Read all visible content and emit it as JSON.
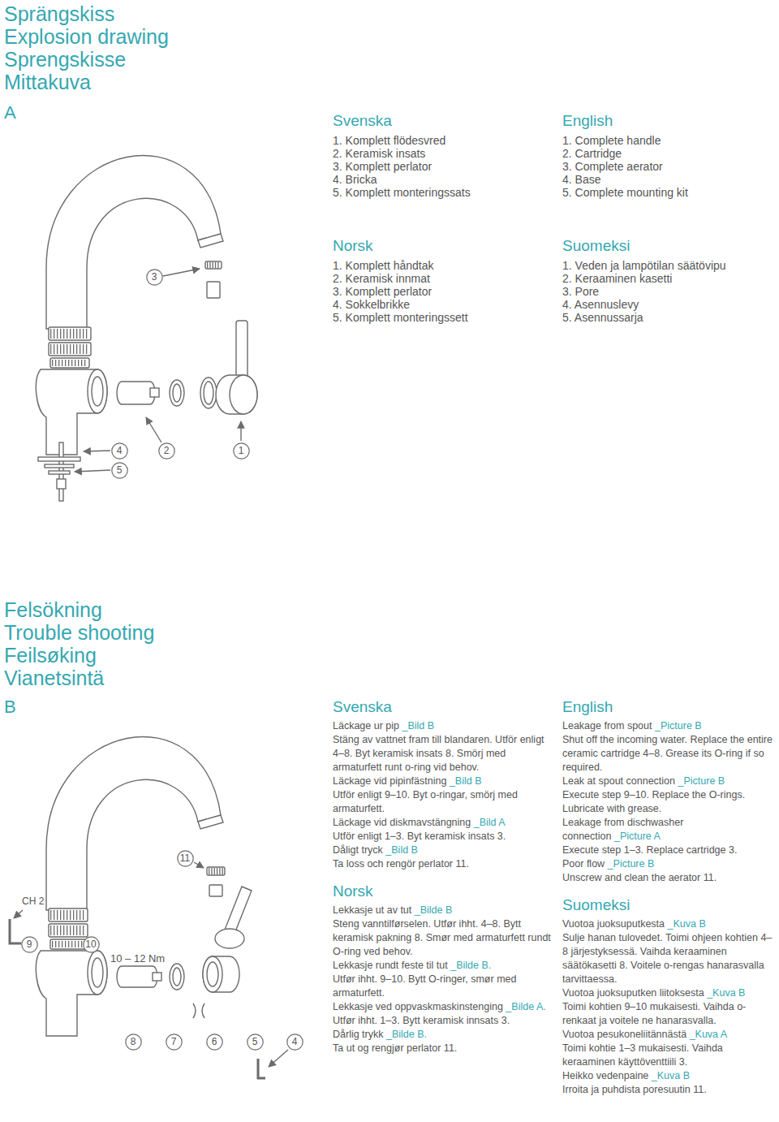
{
  "diagram": {
    "title": "Sprängskiss Explosion drawing Sprengskisse Mittakuva",
    "nodes": [
      {
        "text": [
          "3"
        ]
      },
      {
        "text": [
          "4"
        ]
      },
      {
        "text": [
          "2"
        ]
      },
      {
        "text": [
          "1"
        ]
      },
      {
        "text": [
          "5"
        ]
      },
      {
        "text": [
          "11"
        ]
      },
      {
        "text": [
          "9"
        ]
      },
      {
        "text": [
          "10"
        ]
      },
      {
        "text": [
          "8"
        ]
      },
      {
        "text": [
          "7"
        ]
      },
      {
        "text": [
          "6"
        ]
      },
      {
        "text": [
          "5"
        ]
      },
      {
        "text": [
          "4"
        ]
      }
    ],
    "labels": [
      "A",
      "Svenska",
      "1. Komplett flödesvred",
      "2. Keramisk insats",
      "3. Komplett perlator",
      "4. Bricka",
      "5. Komplett monteringssats",
      "English",
      "1. Complete handle",
      "2. Cartridge",
      "3. Complete aerator",
      "4. Base",
      "5. Complete mounting kit",
      "Norsk",
      "1. Komplett håndtak",
      "2. Keramisk innmat",
      "3. Komplett perlator",
      "4. Sokkelbrikke",
      "5. Komplett monteringssett",
      "Suomeksi",
      "1. Veden ja lampötilan säätövipu",
      "2. Keraaminen kasetti",
      "3. Pore",
      "4. Asennuslevy",
      "5. Asennussarja",
      "Felsökning Trouble shooting Feilsøking Vianetsintä",
      "B",
      "CH 2",
      "10 – 12 Nm",
      "Svenska",
      "Läckage ur pip",
      "_Bild B",
      "Stäng av vattnet fram till blandaren. Utför enligt 4–8. Byt keramisk insats 8. Smörj med armaturfett runt o-ring vid behov.",
      "Läckage vid pipinfästning",
      "_Bild B",
      "Utför enligt 9–10. Byt o-ringar, smörj med armaturfett.",
      "Läckage vid diskmavstängning",
      "_Bild A",
      "Utför enligt 1–3. Byt keramisk insats 3.",
      "Dåligt tryck",
      "_Bild B",
      "Ta loss och rengör perlator 11.",
      "English",
      "Leakage from spout",
      "_Picture B",
      "Shut off the incoming water. Replace the entire ceramic cartridge 4–8. Grease its O-ring if so required.",
      "Leak at spout connection",
      "_Picture B",
      "Execute step 9–10. Replace the O-rings. Lubricate with grease.",
      "Leakage from dischwasher connection",
      "_Picture A",
      "Execute step 1–3. Replace cartridge 3.",
      "Poor flow",
      "_Picture B",
      "Unscrew and clean the aerator 11.",
      "Norsk",
      "Lekkasje ut av tut",
      "_Bilde B",
      "Steng vanntilførselen. Utfør ihht. 4–8. Bytt keramisk pakning 8. Smør med armaturfett rundt O-ring ved behov.",
      "Lekkasje rundt feste til tut",
      "_Bilde B.",
      "Utfør ihht. 9–10. Bytt O-ringer, smør med armaturfett.",
      "Lekkasje ved oppvaskmaskinstenging",
      "_Bilde A.",
      "Utfør ihht. 1–3. Bytt keramisk innsats 3.",
      "Dårlig trykk",
      "_Bilde B.",
      "Ta ut og rengjør perlator 11.",
      "Suomeksi",
      "Vuotoa juoksuputkesta",
      "_Kuva B",
      "Sulje hanan tulovedet. Toimi ohjeen kohtien 4–8 järjestyksessä. Vaihda keraaminen säätökasetti 8. Voitele o-rengas hanarasvalla tarvittaessa.",
      "Vuotoa juoksuputken liitoksesta",
      "_Kuva B",
      "Toimi kohtien 9–10 mukaisesti. Vaihda o-renkaat ja voitele ne hanarasvalla.",
      "Vuotoa pesukoneliitännästä",
      "_Kuva A",
      "Toimi kohtie 1–3 mukaisesti. Vaihda keraaminen käyttöventtiili 3.",
      "Heikko vedenpaine",
      "_Kuva B",
      "Irroita ja puhdista poresuutin 11."
    ]
  }
}
